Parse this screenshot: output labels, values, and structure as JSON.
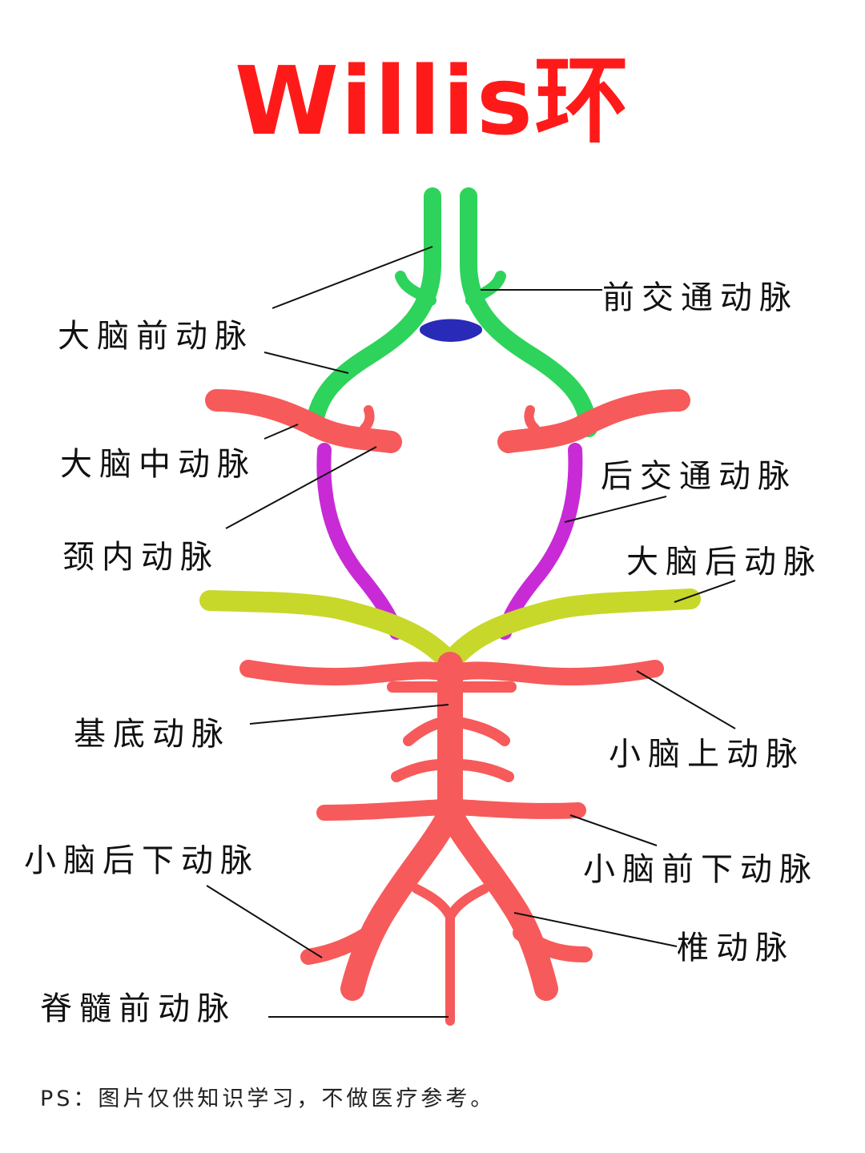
{
  "title": "Willis环",
  "colors": {
    "title": "#ff1a1a",
    "anterior_cerebral": "#2ed35b",
    "anterior_communicating": "#2a2ab8",
    "middle_and_internal_carotid": "#f75a5a",
    "posterior_communicating": "#c82bd6",
    "posterior_cerebral": "#c7d82a",
    "basilar_vertebral": "#f75a5a",
    "leader_lines": "#111111"
  },
  "labels": {
    "anterior_cerebral": "大脑前动脉",
    "anterior_communicating": "前交通动脉",
    "middle_cerebral": "大脑中动脉",
    "posterior_communicating": "后交通动脉",
    "internal_carotid": "颈内动脉",
    "posterior_cerebral": "大脑后动脉",
    "basilar": "基底动脉",
    "superior_cerebellar": "小脑上动脉",
    "posterior_inferior_cerebellar": "小脑后下动脉",
    "anterior_inferior_cerebellar": "小脑前下动脉",
    "vertebral": "椎动脉",
    "anterior_spinal": "脊髓前动脉"
  },
  "footnote": "PS：图片仅供知识学习，不做医疗参考。"
}
